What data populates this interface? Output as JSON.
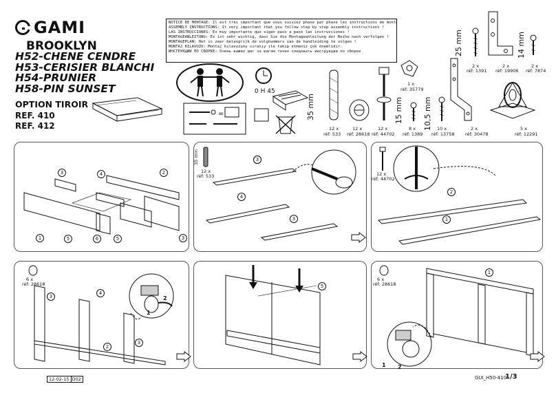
{
  "header": {
    "brand_logo": "GAMI",
    "collection": "BROOKLYN",
    "models": [
      "H52-CHENE CENDRE",
      "H53-CERISIER BLANCHI",
      "H54-PRUNIER",
      "H58-PIN SUNSET"
    ],
    "option": "OPTION TIROIR",
    "refs": [
      "REF. 410",
      "REF. 412"
    ]
  },
  "notice": [
    "NOTICE DE MONTAGE: Il est très important que vous suiviez phase par phase les instructions de montage !",
    "ASSEMBLY INSTRUCTIONS: It very important that you follow step by step assembly instructions !",
    "LAS INSTRUCCIONES: Es muy importante que sigan paso a paso las instrucciones !",
    "MONTAGEANLEITUNG: Es ist sehr wichtig, dass Sie die Montageanleitung der Reihe nach verfolgen !",
    "MONTAGEPLAN: Het is zeer belangrijk de volgnummers van de handleiding te volgen !",
    "MONTAJ KILAVUZU: Montaj kılavuzunu sırasıy ile takip etmeniz çok önemlidir.",
    "ИНСТРУКЦИИ ПО СБОРКЕ: Очень важно шаг за шагом точно следовать инструкции по сборке"
  ],
  "intro": {
    "time_label": "0 H 45"
  },
  "hardware": [
    {
      "qty": "12 x",
      "ref": "réf: 533",
      "dim": "35 mm",
      "icon": "wooden-dowel-icon"
    },
    {
      "qty": "12 x",
      "ref": "réf: 28618",
      "icon": "cam-lock-icon"
    },
    {
      "qty": "12 x",
      "ref": "réf: 44702",
      "dim": "15 mm",
      "icon": "cam-bolt-icon"
    },
    {
      "qty": "1 x",
      "ref": "réf: 35779",
      "icon": "hanger-bracket-icon"
    },
    {
      "qty": "8 x",
      "ref": "réf: 1389",
      "icon": "screw-small-icon"
    },
    {
      "qty": "10 x",
      "ref": "réf: 13758",
      "dim": "10,5 mm",
      "icon": "screw-medium-icon"
    },
    {
      "qty": "2 x",
      "ref": "réf: 30478",
      "icon": "metal-strap-icon"
    },
    {
      "qty": "2 x",
      "ref": "réf: 1391",
      "dim": "25 mm",
      "icon": "screw-long-icon"
    },
    {
      "qty": "2 x",
      "ref": "réf: 19906",
      "icon": "angle-bracket-icon"
    },
    {
      "qty": "2 x",
      "ref": "réf: 7874",
      "dim": "14 mm",
      "icon": "screw-short-icon"
    },
    {
      "qty": "5 x",
      "ref": "réf: 12291",
      "icon": "castor-wheel-icon"
    }
  ],
  "panels": {
    "p1": {
      "parts": [
        "1",
        "2",
        "3",
        "4",
        "5",
        "6"
      ]
    },
    "p2": {
      "qty": "12 x",
      "ref": "réf: 533",
      "dim": "35 mm",
      "parts": [
        "3",
        "4",
        "3",
        "3"
      ]
    },
    "p3": {
      "qty": "12 x",
      "ref": "réf: 44702",
      "parts": [
        "2",
        "1"
      ]
    },
    "p4": {
      "qty": "6 x",
      "ref": "réf: 28618",
      "parts": [
        "3",
        "4",
        "3",
        "2"
      ],
      "turn": [
        "1",
        "2"
      ]
    },
    "p5": {
      "parts": [
        "5"
      ]
    },
    "p6": {
      "qty": "6 x",
      "ref": "réf: 28618",
      "parts": [
        "1"
      ],
      "turn": [
        "1",
        "2"
      ]
    }
  },
  "footer": {
    "date": "12-02-15",
    "rev": "D02",
    "code": "GUI_H50-410",
    "page": "1/3"
  }
}
